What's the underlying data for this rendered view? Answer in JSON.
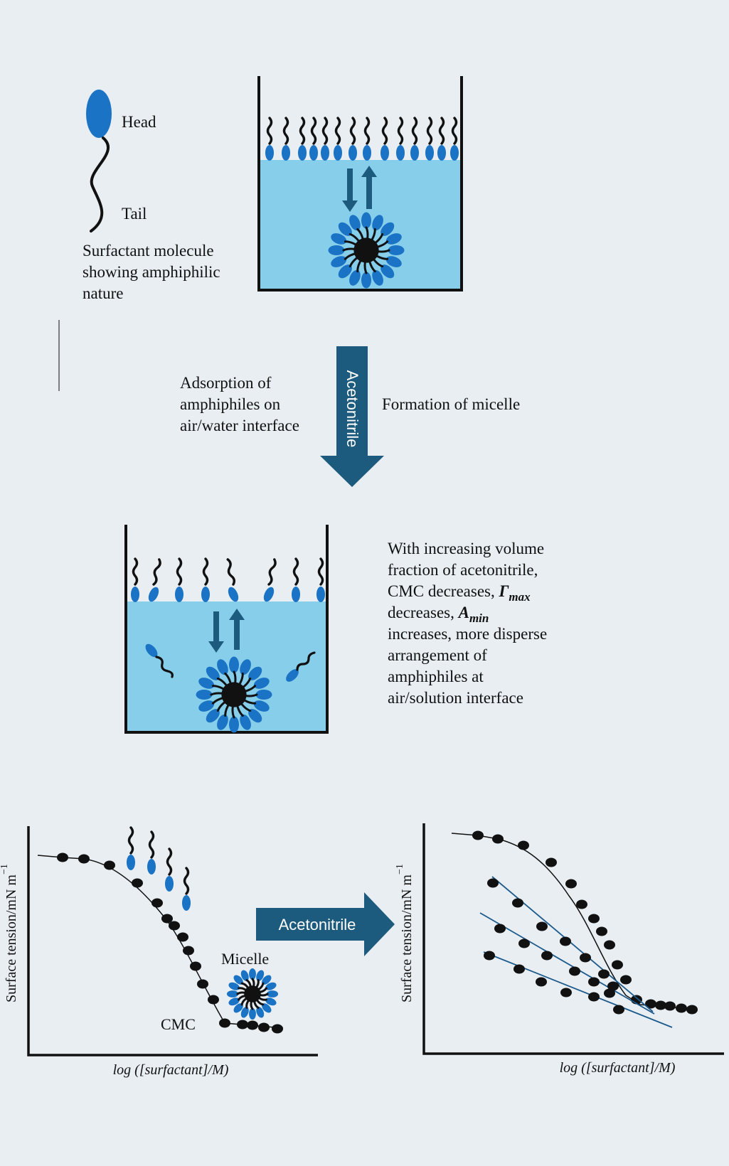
{
  "molecule": {
    "head_label": "Head",
    "tail_label": "Tail",
    "caption_lines": [
      "Surfactant molecule",
      "showing amphiphilic",
      "nature"
    ]
  },
  "process": {
    "left_lines": [
      "Adsorption of",
      "amphiphiles on",
      "air/water interface"
    ],
    "right_text": "Formation of micelle",
    "arrow_label": "Acetonitrile"
  },
  "effect": {
    "lines": [
      "With increasing volume",
      "fraction of acetonitrile,",
      "CMC decreases, ",
      "decreases, ",
      "increases, more disperse",
      "arrangement of",
      "amphiphiles at",
      "air/solution interface"
    ],
    "gamma_symbol": "Γ",
    "gamma_sub": "max",
    "a_symbol": "A",
    "a_sub": "min"
  },
  "chart_left": {
    "ylabel": "Surface tension/mN m",
    "ylabel_sup": "−1",
    "xlabel": "log ([surfactant]/M)",
    "cmc_label": "CMC",
    "micelle_label": "Micelle"
  },
  "chart_arrow_label": "Acetonitrile",
  "chart_right": {
    "ylabel": "Surface tension/mN m",
    "ylabel_sup": "−1",
    "xlabel": "log ([surfactant]/M)"
  },
  "colors": {
    "background": "#e8eef2",
    "water": "#87ceeb",
    "head": "#1a73c4",
    "arrow": "#1c5a7e",
    "fit_line": "#1d5a8c",
    "ink": "#111111"
  }
}
